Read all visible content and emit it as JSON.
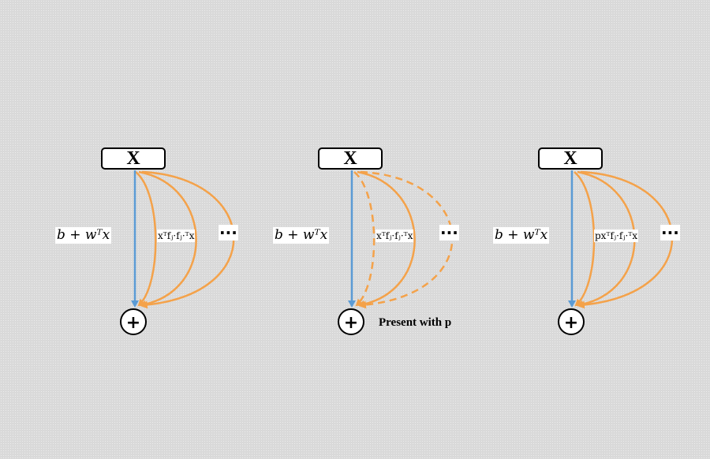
{
  "panels": [
    {
      "input_label": "X",
      "linear_term": "b + wᵀx",
      "feature_term": "xᵀfⱼ·fⱼ·ᵀx",
      "ellipsis": "···",
      "combine_symbol": "+"
    },
    {
      "input_label": "X",
      "linear_term": "b + wᵀx",
      "feature_term": "xᵀfⱼ·fⱼ·ᵀx",
      "ellipsis": "···",
      "combine_symbol": "+",
      "caption": "Present with p"
    },
    {
      "input_label": "X",
      "linear_term": "b + wᵀx",
      "feature_term": "pxᵀfⱼ·fⱼ·ᵀx",
      "ellipsis": "···",
      "combine_symbol": "+"
    }
  ],
  "colors": {
    "linear_arrow": "#5b9bd5",
    "feature_arrows": "#f4a24a",
    "node_border": "#000000"
  }
}
